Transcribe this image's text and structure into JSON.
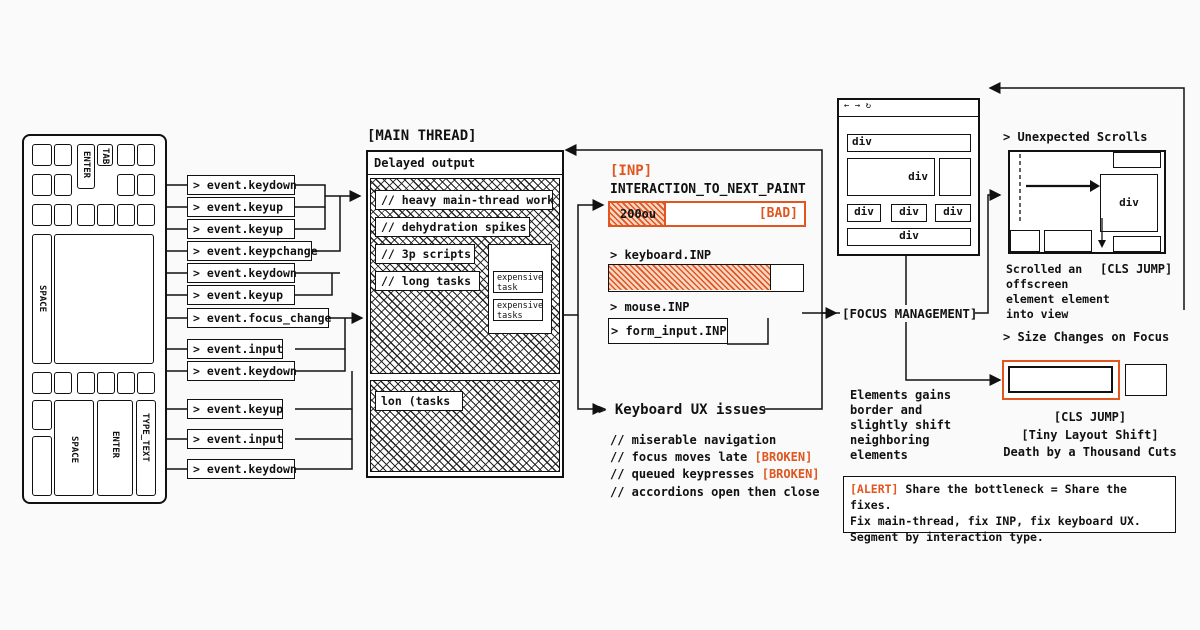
{
  "keyboard": {
    "keys": {
      "tab": "TAB",
      "enter_top": "ENTER",
      "space_left": "SPACE",
      "space_bottom": "SPACE",
      "enter_bottom": "ENTER",
      "type_text": "TYPE_TEXT"
    }
  },
  "events": [
    "> event.keydown",
    "> event.keyup",
    "> event.keyup",
    "> event.keypchange",
    "> event.keydown",
    "> event.keyup",
    "> event.focus_change",
    "> event.input",
    "> event.keydown",
    "> event.keyup",
    "> event.input",
    "> event.keydown"
  ],
  "main_thread": {
    "title": "[MAIN THREAD]",
    "subtitle": "Delayed output",
    "tasks": [
      "// heavy main-thread work",
      "// dehydration spikes",
      "// 3p scripts",
      "// long tasks"
    ],
    "expensive": [
      "expensive task",
      "expensive tasks"
    ],
    "lower_task": "lon (tasks"
  },
  "inp": {
    "tag": "[INP]",
    "title": "INTERACTION_TO_NEXT_PAINT",
    "bar_value": "200ou",
    "bar_fill": 0.28,
    "bad": "[BAD]",
    "keyboard_label": "> keyboard.INP",
    "keyboard_fill": 0.83,
    "mouse_label": "> mouse.INP",
    "form_label": "> form_input.INP"
  },
  "keyboard_ux": {
    "title": "> Keyboard UX issues",
    "items": [
      {
        "text": "// miserable navigation",
        "badge": ""
      },
      {
        "text": "// focus moves late",
        "badge": "[BROKEN]"
      },
      {
        "text": "// queued keypresses",
        "badge": "[BROKEN]"
      },
      {
        "text": "// accordions open then close",
        "badge": ""
      }
    ]
  },
  "focus": {
    "title": "[FOCUS MANAGEMENT]"
  },
  "browser": {
    "controls": "← → ↻",
    "divs": [
      "div",
      "div",
      "div",
      "div",
      "div",
      "div"
    ]
  },
  "scrolls": {
    "title": "> Unexpected Scrolls",
    "div": "div",
    "caption": "Scrolled an offscreen element element into view",
    "cls": "[CLS JUMP]"
  },
  "size": {
    "title": "> Size Changes on Focus",
    "left_caption": "Elements gains border and slightly shift neighboring elements",
    "cls": "[CLS JUMP]",
    "tiny": "[Tiny Layout Shift]",
    "death": "Death by a Thousand Cuts"
  },
  "alert": {
    "tag": "[ALERT]",
    "line1": "Share the bottleneck = Share the fixes.",
    "line2": "Fix main-thread, fix INP, fix keyboard UX.",
    "line3": "Segment by interaction type."
  },
  "colors": {
    "accent": "#e0561e",
    "ink": "#111111"
  }
}
